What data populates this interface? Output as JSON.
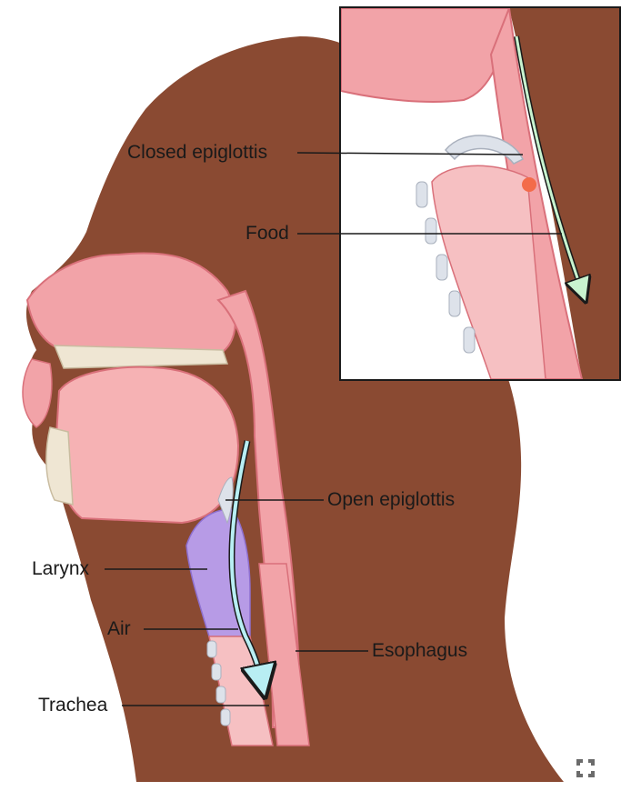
{
  "labels": {
    "closed_epiglottis": "Closed epiglottis",
    "food": "Food",
    "open_epiglottis": "Open epiglottis",
    "larynx": "Larynx",
    "air": "Air",
    "esophagus": "Esophagus",
    "trachea": "Trachea"
  },
  "colors": {
    "skin": "#8a4a32",
    "tissue": "#f2a3a8",
    "tissue_dark": "#d9707a",
    "bone": "#efe6d3",
    "cartilage": "#dde2ea",
    "larynx": "#b79be6",
    "air_arrow": "#b8eef3",
    "food_arrow": "#c8f3cf",
    "food_bolus": "#f36b4a"
  },
  "logo_icon": "cross-clinic-logo-icon"
}
